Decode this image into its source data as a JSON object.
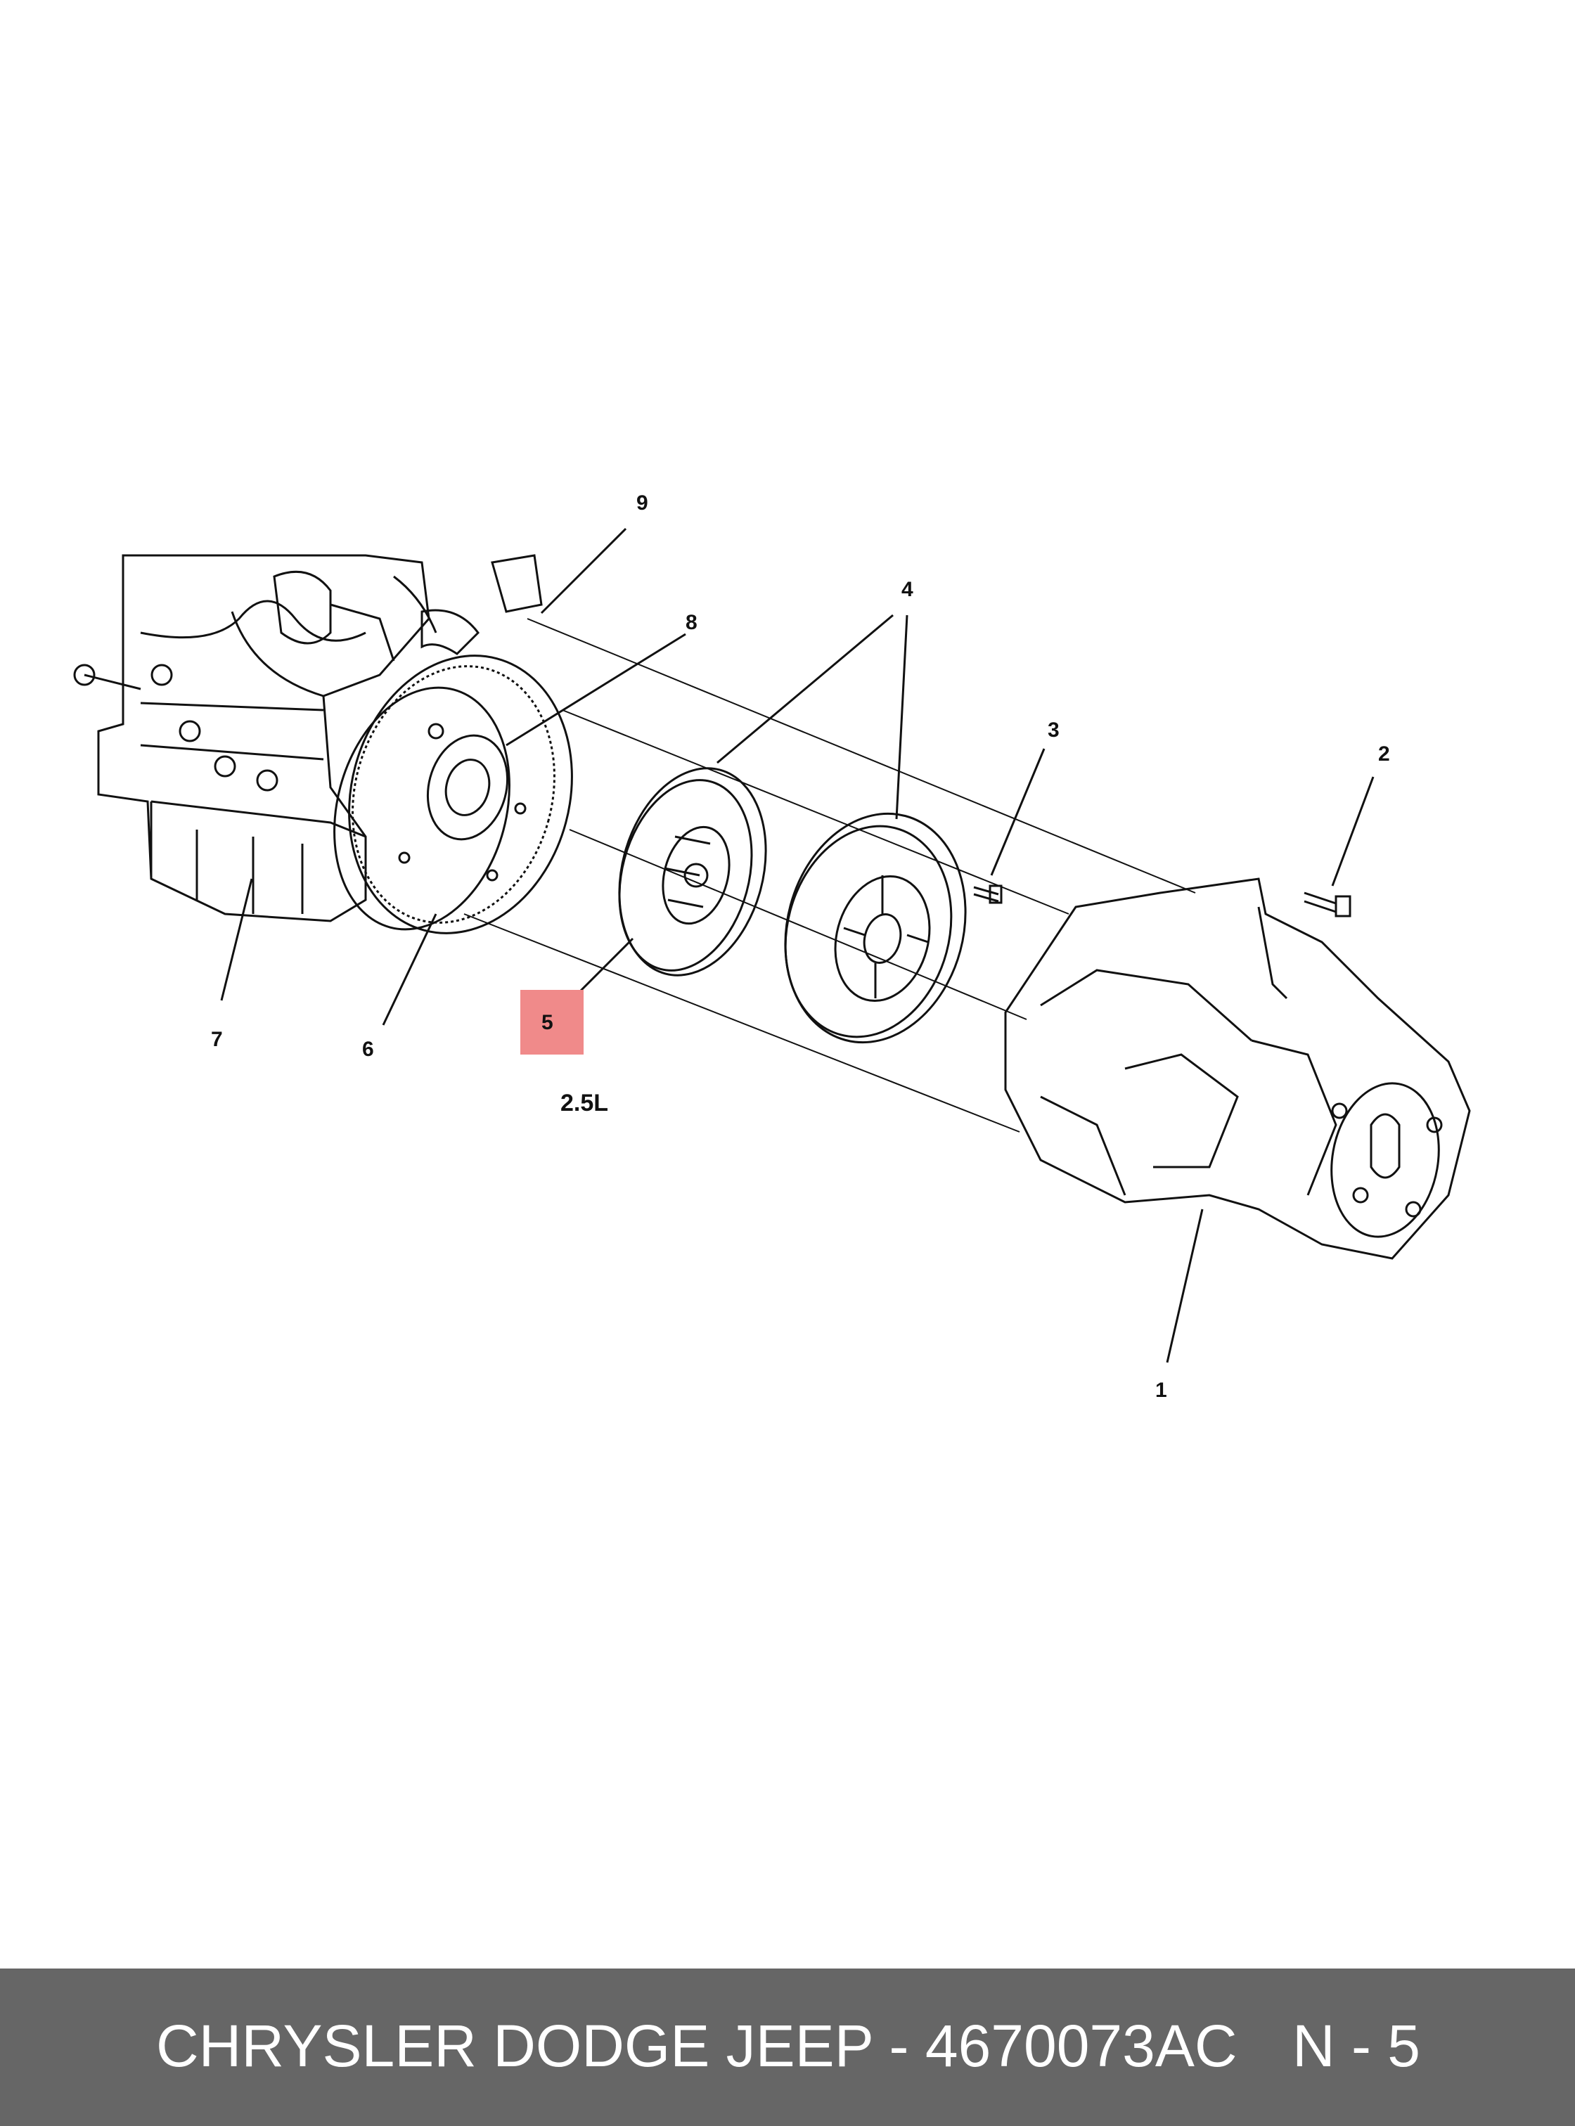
{
  "diagram": {
    "callouts": [
      "1",
      "2",
      "3",
      "4",
      "5",
      "6",
      "7",
      "8",
      "9"
    ],
    "highlighted_callout": "5",
    "highlight_color": "#f08a8a",
    "variant_label": "2.5L"
  },
  "footer": {
    "brand_part": "CHRYSLER DODGE JEEP - 4670073AC",
    "reference": "N - 5",
    "background": "#666666",
    "text_color": "#ffffff"
  }
}
